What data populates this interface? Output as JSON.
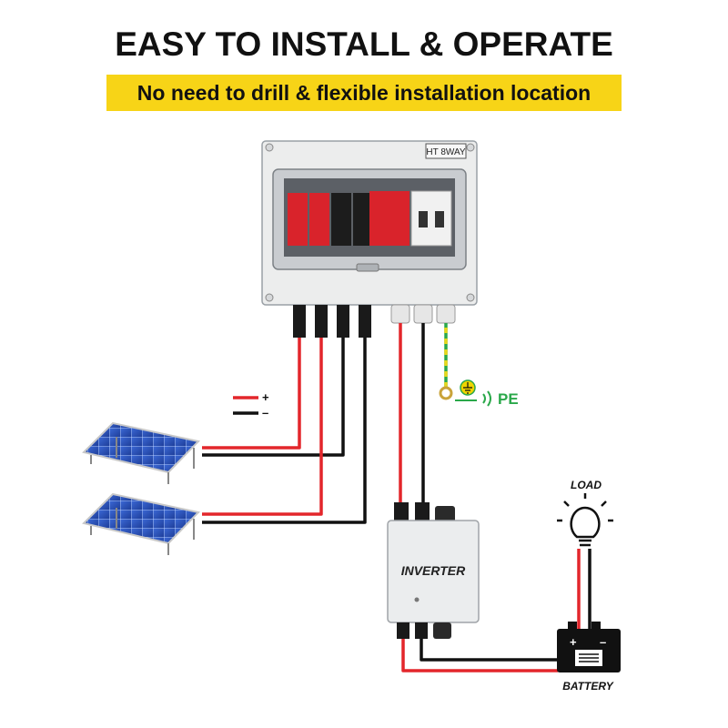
{
  "header": {
    "title": "EASY TO INSTALL & OPERATE",
    "subtitle": "No need to drill & flexible installation location"
  },
  "combiner_box": {
    "model_label": "HT 8WAY"
  },
  "legend": {
    "positive": "+",
    "negative": "–"
  },
  "ground": {
    "label": "PE"
  },
  "inverter": {
    "label": "INVERTER"
  },
  "load": {
    "label": "LOAD"
  },
  "battery": {
    "label": "BATTERY"
  },
  "colors": {
    "positive": "#e3262b",
    "negative": "#111111",
    "ground_green": "#2aa84a",
    "ground_yellow": "#e8d81a",
    "banner": "#f7d417"
  }
}
